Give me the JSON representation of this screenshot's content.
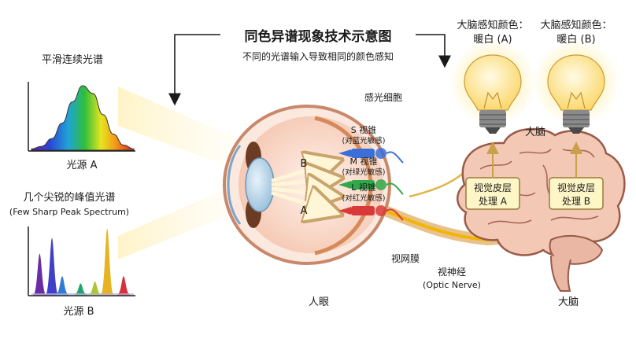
{
  "title": "同色异谱现象技术示意图",
  "subtitle": "不同的光谱输入导致相同的颜色感知",
  "source_a": {
    "heading": "平滑连续光谱",
    "label": "光源 A"
  },
  "source_b": {
    "heading": "几个尖锐的峰值光谱",
    "heading_en": "(Few Sharp Peak Spectrum)",
    "label": "光源 B"
  },
  "eye": {
    "photoreceptor_label": "感光细胞",
    "retina_label": "视网膜",
    "optic_nerve": "视神经",
    "optic_nerve_en": "(Optic Nerve)",
    "caption": "人眼",
    "ray_label_b": "B",
    "ray_label_a": "A",
    "cones": [
      {
        "name": "S 视锥",
        "desc": "(对蓝光敏感)",
        "color": "#3a6fd8"
      },
      {
        "name": "M 视锥",
        "desc": "(对绿光敏感)",
        "color": "#2fa84a"
      },
      {
        "name": "L 视锥",
        "desc": "(对红光敏感)",
        "color": "#d83a3a"
      }
    ]
  },
  "brain": {
    "label_top": "大脑",
    "caption": "大脑",
    "cortex_a": [
      "视觉皮层",
      "处理 A"
    ],
    "cortex_b": [
      "视觉皮层",
      "处理 B"
    ]
  },
  "perception": {
    "a": [
      "大脑感知颜色：",
      "暖白 (A)"
    ],
    "b": [
      "大脑感知颜色：",
      "暖白 (B)"
    ]
  },
  "colors": {
    "bulb_glow": "#fff2b0",
    "bulb_fill": "#fde68a",
    "brain_fill": "#f3c9b6",
    "cortex_fill": "#fff6c8",
    "eye_fill": "#fbe3d6",
    "nerve": "#f4b400"
  },
  "chart_data": [
    {
      "type": "area",
      "subject": "source A spectrum",
      "shape": "single smooth bell, rainbow gradient violet→red",
      "x": [
        0,
        1,
        2,
        3,
        4,
        5,
        6,
        7,
        8,
        9,
        10
      ],
      "y": [
        0.02,
        0.06,
        0.18,
        0.42,
        0.75,
        1.0,
        0.88,
        0.55,
        0.25,
        0.08,
        0.02
      ]
    },
    {
      "type": "area",
      "subject": "source B spectrum",
      "shape": "several sharp peaks",
      "peaks": [
        {
          "pos": 0.08,
          "height": 0.62,
          "color": "#6a2ca6"
        },
        {
          "pos": 0.2,
          "height": 0.86,
          "color": "#3f3fc9"
        },
        {
          "pos": 0.3,
          "height": 0.28,
          "color": "#2f7bd6"
        },
        {
          "pos": 0.48,
          "height": 0.17,
          "color": "#25a36e"
        },
        {
          "pos": 0.62,
          "height": 0.2,
          "color": "#a7c832"
        },
        {
          "pos": 0.74,
          "height": 1.0,
          "color": "#e8b320"
        },
        {
          "pos": 0.9,
          "height": 0.28,
          "color": "#d8303a"
        }
      ]
    }
  ]
}
